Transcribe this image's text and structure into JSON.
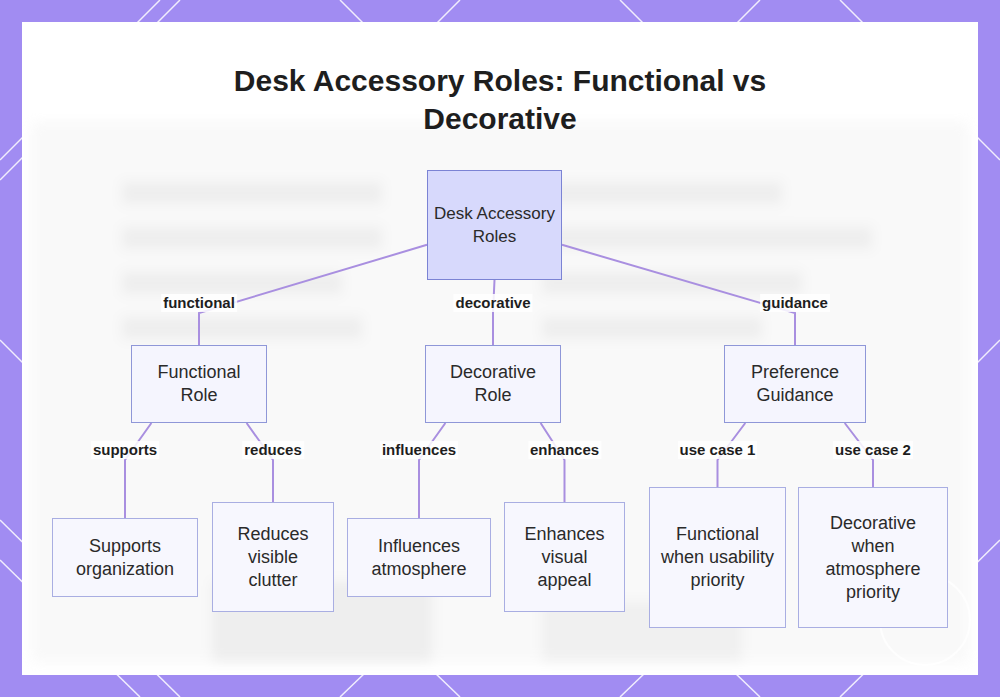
{
  "diagram": {
    "title": "Desk Accessory Roles: Functional vs Decorative",
    "nodes": [
      {
        "text": [
          "Desk Accessory Roles"
        ]
      },
      {
        "text": [
          "Functional Role"
        ]
      },
      {
        "text": [
          "Decorative Role"
        ]
      },
      {
        "text": [
          "Preference Guidance"
        ]
      },
      {
        "text": [
          "Supports organization"
        ]
      },
      {
        "text": [
          "Reduces visible clutter"
        ]
      },
      {
        "text": [
          "Influences atmosphere"
        ]
      },
      {
        "text": [
          "Enhances visual appeal"
        ]
      },
      {
        "text": [
          "Functional when usability priority"
        ]
      },
      {
        "text": [
          "Decorative when atmosphere priority"
        ]
      }
    ],
    "edges": [
      {
        "from": 0,
        "to": 1,
        "label": "functional",
        "arrow": "none"
      },
      {
        "from": 0,
        "to": 2,
        "label": "decorative",
        "arrow": "none"
      },
      {
        "from": 0,
        "to": 3,
        "label": "guidance",
        "arrow": "none"
      },
      {
        "from": 1,
        "to": 4,
        "label": "supports",
        "arrow": "none"
      },
      {
        "from": 1,
        "to": 5,
        "label": "reduces",
        "arrow": "none"
      },
      {
        "from": 2,
        "to": 6,
        "label": "influences",
        "arrow": "none"
      },
      {
        "from": 2,
        "to": 7,
        "label": "enhances",
        "arrow": "none"
      },
      {
        "from": 3,
        "to": 8,
        "label": "use case 1",
        "arrow": "none"
      },
      {
        "from": 3,
        "to": 9,
        "label": "use case 2",
        "arrow": "none"
      }
    ]
  }
}
